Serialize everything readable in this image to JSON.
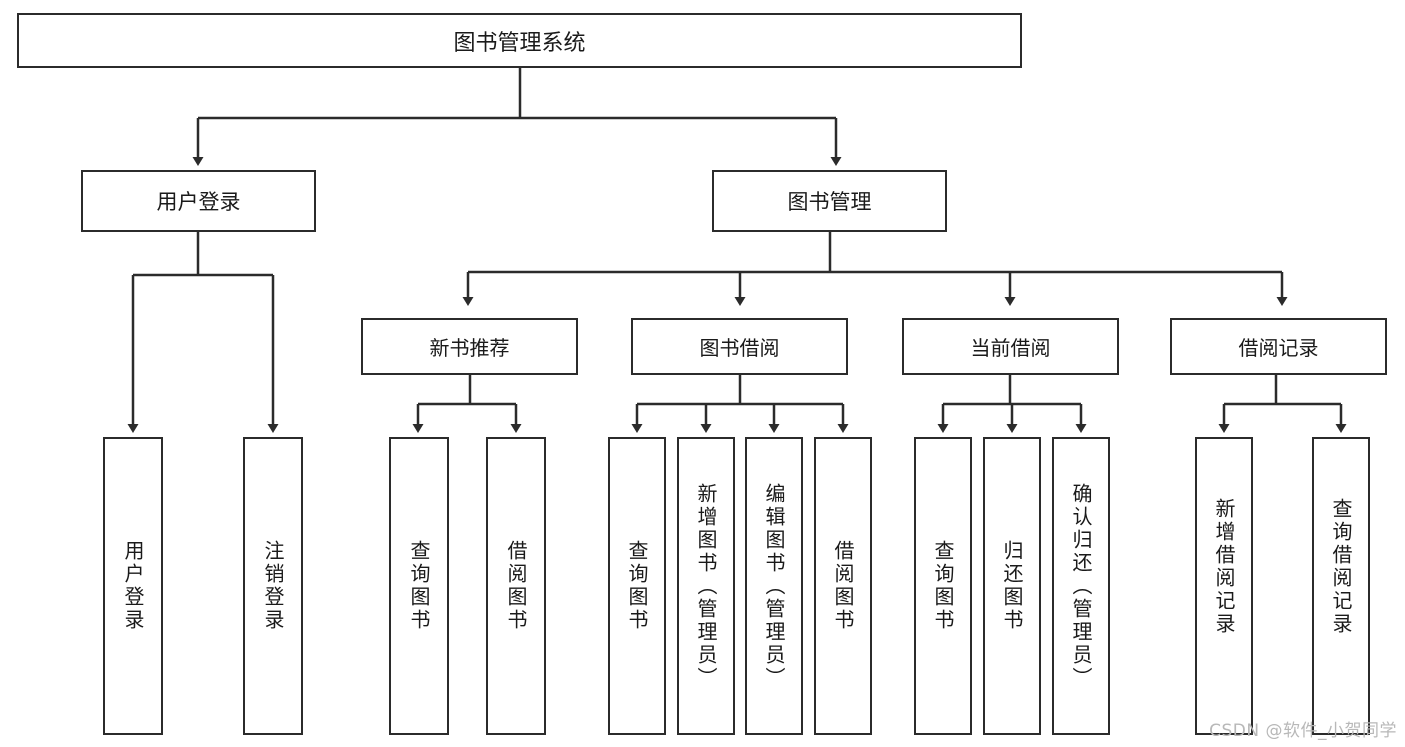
{
  "diagram": {
    "title": "图书管理系统",
    "type": "hierarchy-tree",
    "root": {
      "id": "root",
      "label": "图书管理系统"
    },
    "level2": [
      {
        "id": "user-login",
        "label": "用户登录"
      },
      {
        "id": "book-manage",
        "label": "图书管理"
      }
    ],
    "level3": [
      {
        "id": "new-book-recommend",
        "label": "新书推荐"
      },
      {
        "id": "book-borrow",
        "label": "图书借阅"
      },
      {
        "id": "current-borrow",
        "label": "当前借阅"
      },
      {
        "id": "borrow-record",
        "label": "借阅记录"
      }
    ],
    "leaves": {
      "user_login": [
        {
          "id": "leaf-user-login",
          "label": "用户登录"
        },
        {
          "id": "leaf-logout-login",
          "label": "注销登录"
        }
      ],
      "new_book_recommend": [
        {
          "id": "leaf-query-book-1",
          "label": "查询图书"
        },
        {
          "id": "leaf-borrow-book-1",
          "label": "借阅图书"
        }
      ],
      "book_borrow": [
        {
          "id": "leaf-query-book-2",
          "label": "查询图书"
        },
        {
          "id": "leaf-add-book",
          "label": "新增图书（管理员）"
        },
        {
          "id": "leaf-edit-book",
          "label": "编辑图书（管理员）"
        },
        {
          "id": "leaf-borrow-book-2",
          "label": "借阅图书"
        }
      ],
      "current_borrow": [
        {
          "id": "leaf-query-book-3",
          "label": "查询图书"
        },
        {
          "id": "leaf-return-book",
          "label": "归还图书"
        },
        {
          "id": "leaf-confirm-return",
          "label": "确认归还（管理员）"
        }
      ],
      "borrow_record": [
        {
          "id": "leaf-add-record",
          "label": "新增借阅记录"
        },
        {
          "id": "leaf-query-record",
          "label": "查询借阅记录"
        }
      ]
    },
    "colors": {
      "box_border": "#2b2b2b",
      "box_fill": "#ffffff",
      "connector": "#2b2b2b",
      "text": "#1a1a1a",
      "watermark": "#b8b8b8",
      "background": "#ffffff"
    }
  },
  "watermark": {
    "text": "CSDN @软件_小贺同学"
  }
}
